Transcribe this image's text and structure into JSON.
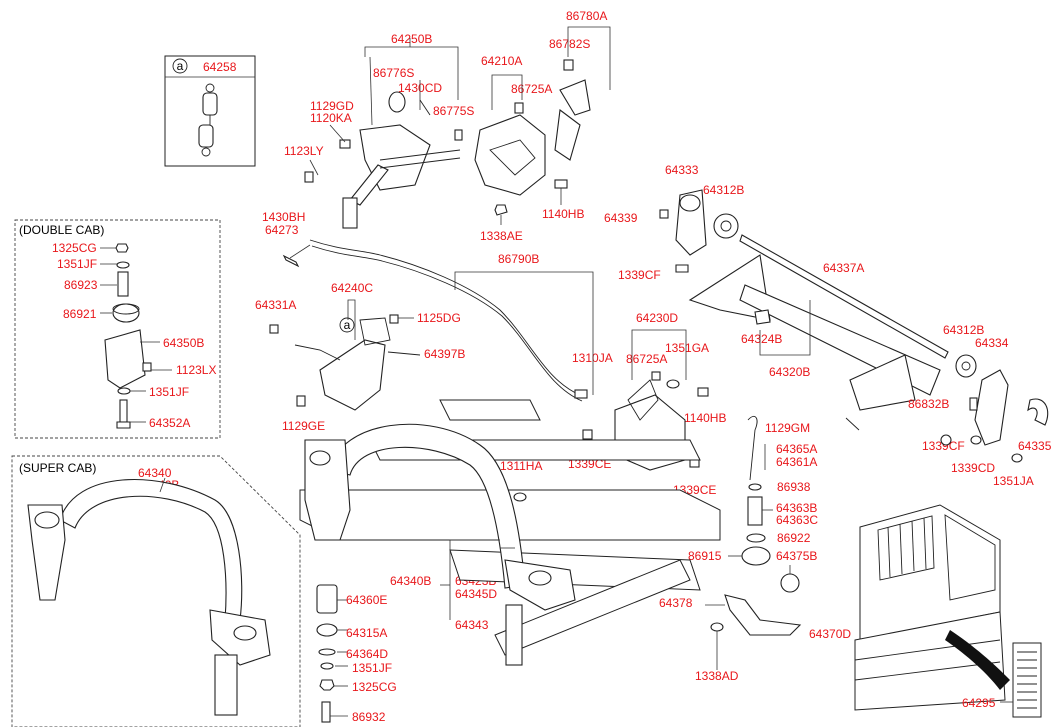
{
  "parts": {
    "p64258": "64258",
    "p64250B": "64250B",
    "p86776S": "86776S",
    "p1430CD": "1430CD",
    "p86775S": "86775S",
    "p1129GD": "1129GD",
    "p1120KA": "1120KA",
    "p1123LY": "1123LY",
    "p64210A": "64210A",
    "p86725A_top": "86725A",
    "p86780A": "86780A",
    "p86782S": "86782S",
    "p1140HB_top": "1140HB",
    "p1338AE": "1338AE",
    "p1430BH": "1430BH",
    "p64273": "64273",
    "p64333": "64333",
    "p64312B_top": "64312B",
    "p64339": "64339",
    "p1339CF_top": "1339CF",
    "p64337A": "64337A",
    "p86790B": "86790B",
    "p64240C": "64240C",
    "p64331A": "64331A",
    "p1125DG": "1125DG",
    "p64397B": "64397B",
    "p1129GE": "1129GE",
    "p1310JA": "1310JA",
    "p64230D": "64230D",
    "p86725A_mid": "86725A",
    "p1351GA": "1351GA",
    "p1140HB_mid": "1140HB",
    "p1339CE_a": "1339CE",
    "p1339CE_b": "1339CE",
    "p64324B": "64324B",
    "p64320B": "64320B",
    "p64312B_right": "64312B",
    "p64334": "64334",
    "p86832B": "86832B",
    "p1339CF_right": "1339CF",
    "p1339CD": "1339CD",
    "p64335": "64335",
    "p1351JA": "1351JA",
    "p1129GM": "1129GM",
    "p64365A": "64365A",
    "p64361A": "64361A",
    "p86938": "86938",
    "p64363B": "64363B",
    "p64363C": "64363C",
    "p86922": "86922",
    "p86915": "86915",
    "p64375B": "64375B",
    "p64378": "64378",
    "p64370D": "64370D",
    "p1338AD": "1338AD",
    "p1311HA": "1311HA",
    "p64340B_mid": "64340B",
    "p64343": "64343",
    "p63423B": "63423B",
    "p64345D": "64345D",
    "p64360E": "64360E",
    "p64315A": "64315A",
    "p64364D": "64364D",
    "p1351JF_bottom": "1351JF",
    "p1325CG_bottom": "1325CG",
    "p86932": "86932",
    "p64295": "64295",
    "p1325CG_dc": "1325CG",
    "p1351JF_dc1": "1351JF",
    "p86923": "86923",
    "p86921": "86921",
    "p64350B": "64350B",
    "p1123LX": "1123LX",
    "p1351JF_dc2": "1351JF",
    "p64352A": "64352A",
    "p64340": "64340",
    "p64340B_sc": "64340B"
  },
  "captions": {
    "double_cab": "(DOUBLE CAB)",
    "super_cab": "(SUPER CAB)",
    "callout_a": "a"
  },
  "colors": {
    "part_number": "#e8171b",
    "line": "#333333"
  }
}
